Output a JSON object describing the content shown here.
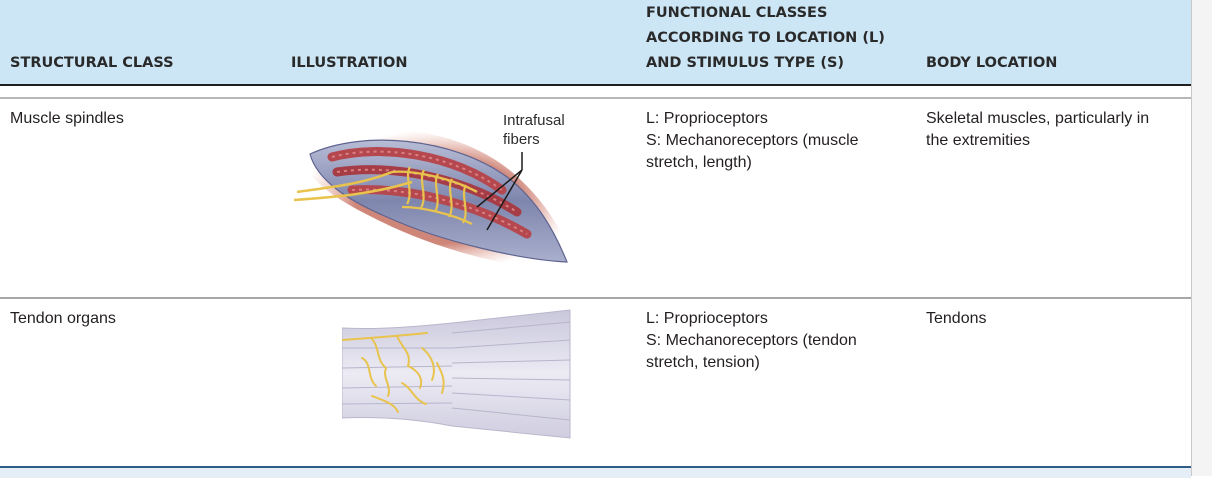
{
  "table": {
    "headers": {
      "structural_class": "STRUCTURAL CLASS",
      "illustration": "ILLUSTRATION",
      "functional_classes": "FUNCTIONAL CLASSES\nACCORDING TO LOCATION (L)\nAND STIMULUS TYPE (S)",
      "body_location": "BODY LOCATION"
    },
    "rows": [
      {
        "structural_class": "Muscle spindles",
        "illustration_label": "Intrafusal\nfibers",
        "functional_classes": "L: Proprioceptors\nS: Mechanoreceptors (muscle\nstretch, length)",
        "body_location": "Skeletal muscles, particularly in\nthe extremities"
      },
      {
        "structural_class": "Tendon organs",
        "functional_classes": "L: Proprioceptors\nS: Mechanoreceptors (tendon\nstretch, tension)",
        "body_location": "Tendons"
      }
    ]
  },
  "colors": {
    "header_background": "#cce6f6",
    "muscle": "#b5474f",
    "sheath": "#8b90b4",
    "nerve": "#e8c34d",
    "tendon": "#dcdbe8"
  }
}
